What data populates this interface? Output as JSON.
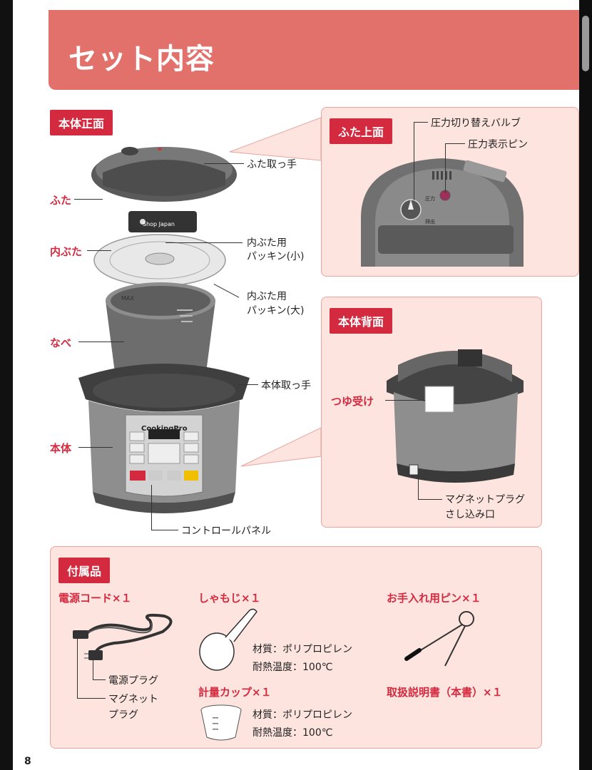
{
  "page_title": "セット内容",
  "page_number": "8",
  "sections": {
    "front": "本体正面",
    "lid_top": "ふた上面",
    "back": "本体背面",
    "accessories": "付属品"
  },
  "front_labels": {
    "lid": "ふた",
    "inner_lid": "内ぶた",
    "pot": "なべ",
    "body": "本体",
    "lid_handle": "ふた取っ手",
    "packing_small_1": "内ぶた用",
    "packing_small_2": "パッキン(小)",
    "packing_large_1": "内ぶた用",
    "packing_large_2": "パッキン(大)",
    "body_handle": "本体取っ手",
    "control_panel": "コントロールパネル",
    "lid_brand": "Shop Japan",
    "panel_brand": "CookingPro",
    "pot_max": "MAX"
  },
  "lid_top_labels": {
    "pressure_valve": "圧力切り替えバルブ",
    "pressure_pin": "圧力表示ピン",
    "valve_pressure": "圧力",
    "valve_release": "排出"
  },
  "back_labels": {
    "drip_tray": "つゆ受け",
    "plug_socket_1": "マグネットプラグ",
    "plug_socket_2": "さし込み口"
  },
  "accessory_items": {
    "power_cord": "電源コード×１",
    "power_plug": "電源プラグ",
    "magnet_plug_1": "マグネット",
    "magnet_plug_2": "プラグ",
    "rice_paddle": "しゃもじ×１",
    "paddle_material": "材質：ポリプロピレン",
    "paddle_heat": "耐熱温度：100℃",
    "measuring_cup": "計量カップ×１",
    "cup_material": "材質：ポリプロピレン",
    "cup_heat": "耐熱温度：100℃",
    "cleaning_pin": "お手入れ用ピン×１",
    "manual": "取扱説明書（本書）×１"
  },
  "colors": {
    "title_band": "#e2706b",
    "badge": "#d42a3f",
    "panel_bg": "#fde4df",
    "metal_dark": "#555555",
    "metal_light": "#9a9a9a"
  }
}
